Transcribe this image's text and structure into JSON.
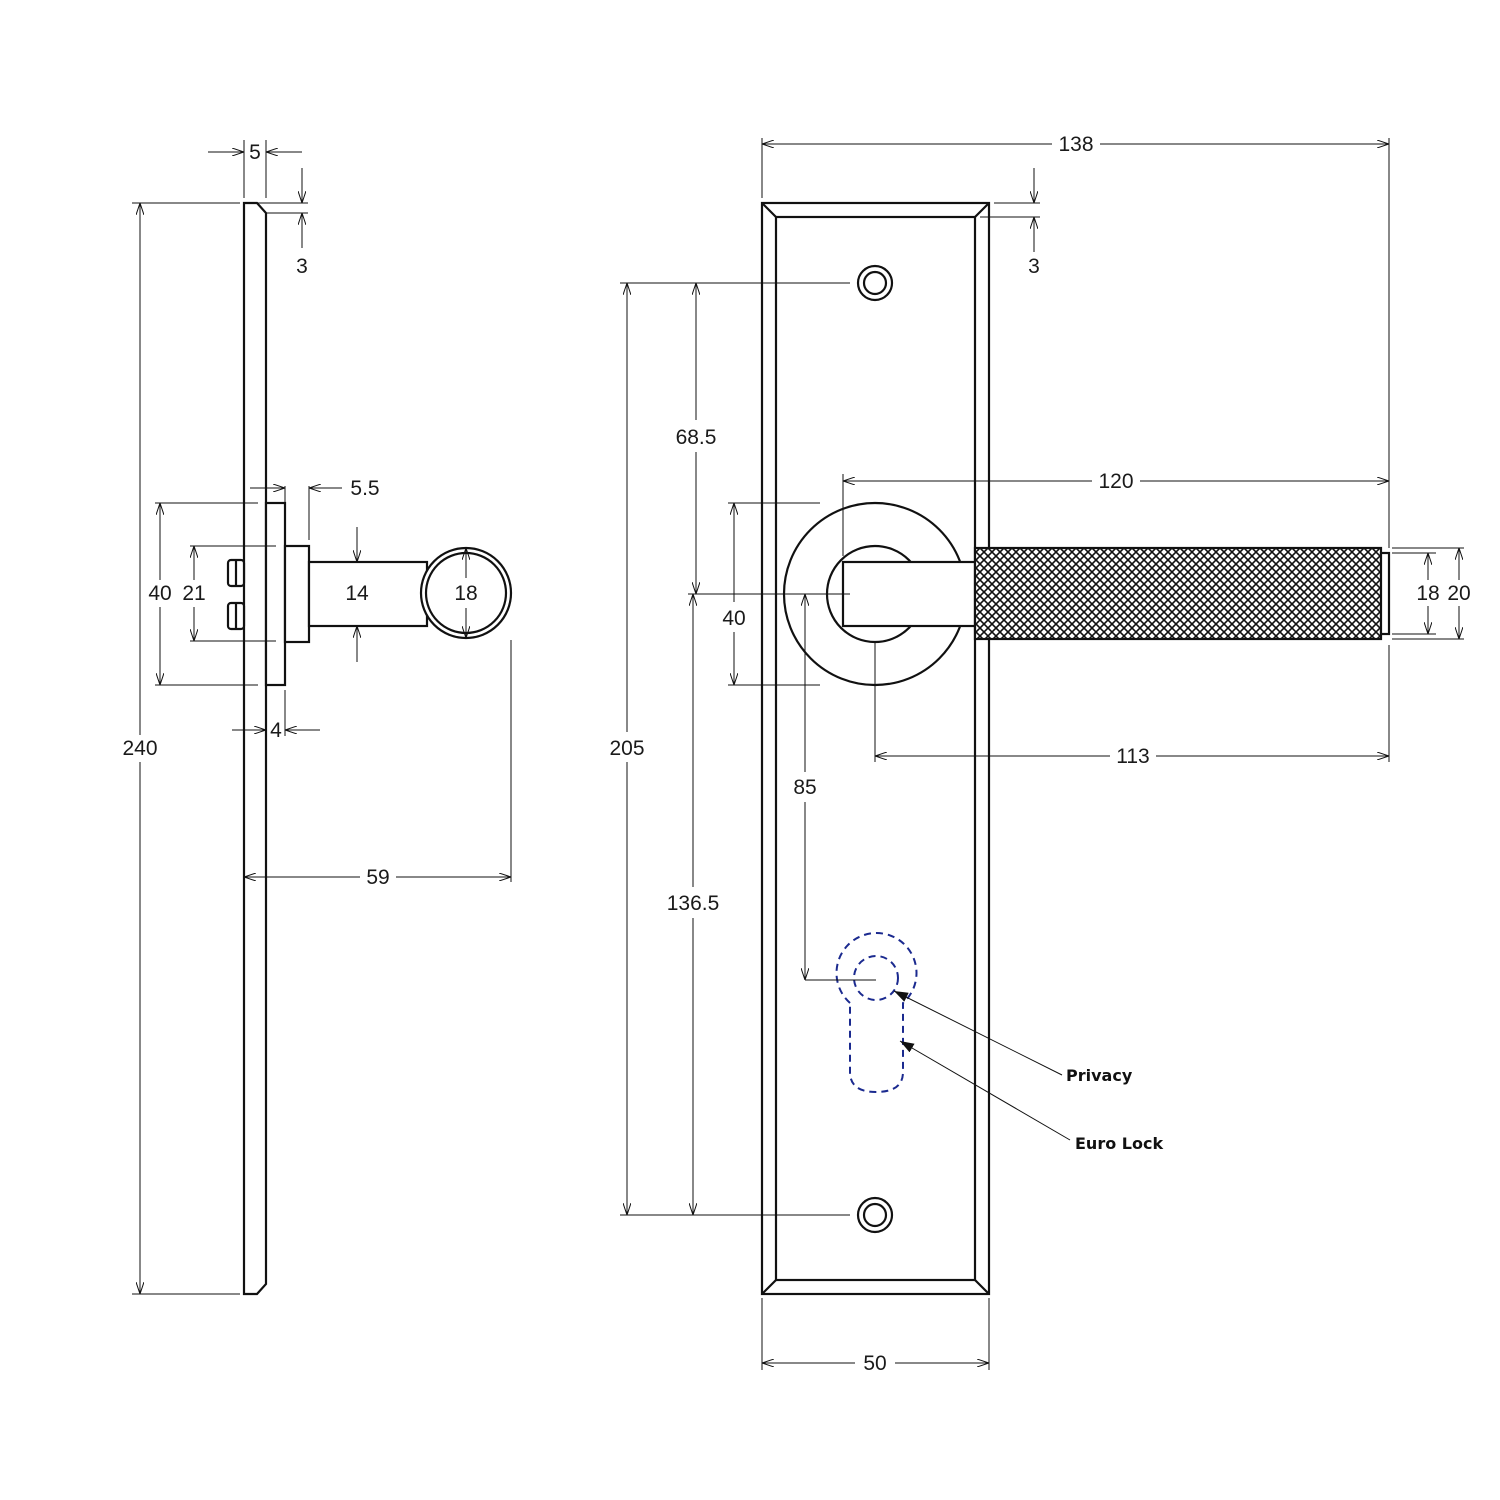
{
  "dimensions": {
    "side": {
      "thickness": "5",
      "bevel": "3",
      "total_height": "240",
      "rose_offset": "5.5",
      "rose_height": "40",
      "spindle_height": "21",
      "lever_thickness": "14",
      "lever_diameter": "18",
      "rose_thickness": "4",
      "projection": "59"
    },
    "front": {
      "total_width": "138",
      "bevel": "3",
      "screw_to_lever": "68.5",
      "lever_length": "120",
      "rose_diameter": "40",
      "lever_dia_inner": "18",
      "lever_dia_outer": "20",
      "lever_reach": "113",
      "centres": "205",
      "lever_to_lock": "85",
      "lever_to_screw": "136.5",
      "plate_width": "50"
    }
  },
  "labels": {
    "privacy": "Privacy",
    "euro_lock": "Euro Lock"
  },
  "colors": {
    "line": "#111111",
    "hidden": "#1b2a8f"
  }
}
